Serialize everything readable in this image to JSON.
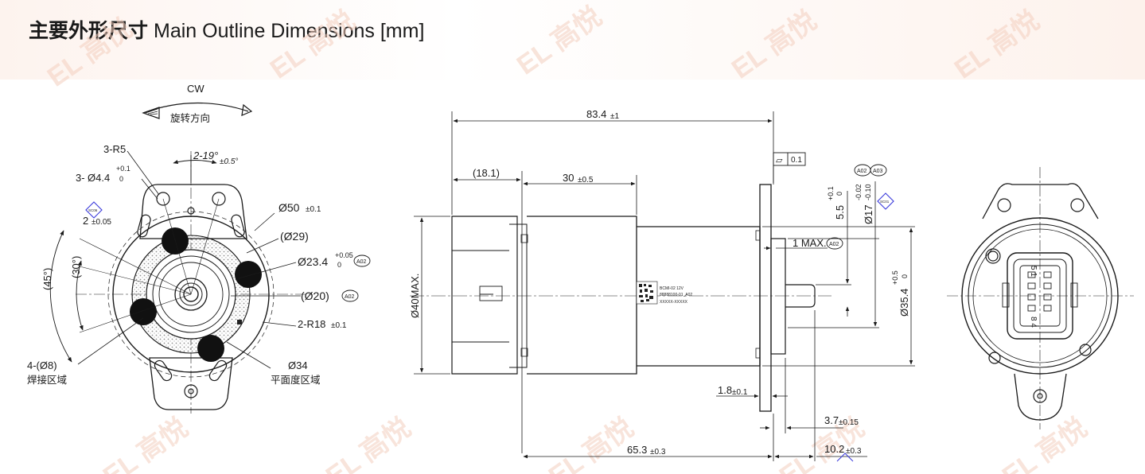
{
  "title": {
    "cn": "主要外形尺寸",
    "en": "Main Outline Dimensions [mm]"
  },
  "watermark_text": "EL 高悦",
  "colors": {
    "line": "#1a1a1a",
    "badge_blue": "#3a3adb",
    "hatch": "#9a9a9a",
    "watermark": "#f4cfbf"
  },
  "front_view": {
    "rotation": {
      "label": "CW",
      "caption": "旋转方向"
    },
    "labels": {
      "r5": "3-R5",
      "hole_prefix": "3-",
      "hole": "Ø4.4",
      "hole_tol_up": "+0.1",
      "hole_tol_dn": "0",
      "angle": "2-19°",
      "angle_tol": "±0.5°",
      "pos_badge": "SC06",
      "pos_val": "2",
      "pos_tol": "±0.05",
      "d50": "Ø50",
      "d50_tol": "±0.1",
      "d29": "(Ø29)",
      "d23": "Ø23.4",
      "d23_tol_up": "+0.05",
      "d23_tol_dn": "0",
      "d20": "(Ø20)",
      "ref_a02": "A02",
      "r18": "2-R18",
      "r18_tol": "±0.1",
      "a45": "(45°)",
      "a30": "(30°)",
      "weld": "4-(Ø8)",
      "weld_cn": "焊接区域",
      "d34": "Ø34",
      "flat_cn": "平面度区域"
    }
  },
  "side_view": {
    "labels": {
      "overall": "83.4",
      "overall_tol": "±1",
      "d18": "(18.1)",
      "d30": "30",
      "d30_tol": "±0.5",
      "flat_sym": "▱",
      "flat_val": "0.1",
      "ref_a02": "A02",
      "ref_a03": "A03",
      "d55": "5.5",
      "d55_tol_up": "+0.1",
      "d55_tol_dn": "0",
      "d17": "Ø17",
      "d17_tol_up": "-0.02",
      "d17_tol_dn": "-0.10",
      "badge_sc01": "SC01",
      "max1": "1 MAX.",
      "d40": "Ø40MAX.",
      "d354": "Ø35.4",
      "d354_tol_up": "+0.5",
      "d354_tol_dn": "0",
      "d18b": "1.8",
      "d18b_tol": "±0.1",
      "d37": "3.7",
      "d37_tol": "±0.15",
      "d653": "65.3",
      "d653_tol": "±0.3",
      "d102": "10.2",
      "d102_tol": "±0.3",
      "lbl_line1": "BCMI-02    12V",
      "lbl_line2": "88888100-01_A02",
      "lbl_line3": "XXXXX-XXXXX"
    }
  },
  "connector_view": {
    "pins_top": "5 1",
    "pins_bottom": "8 4"
  }
}
